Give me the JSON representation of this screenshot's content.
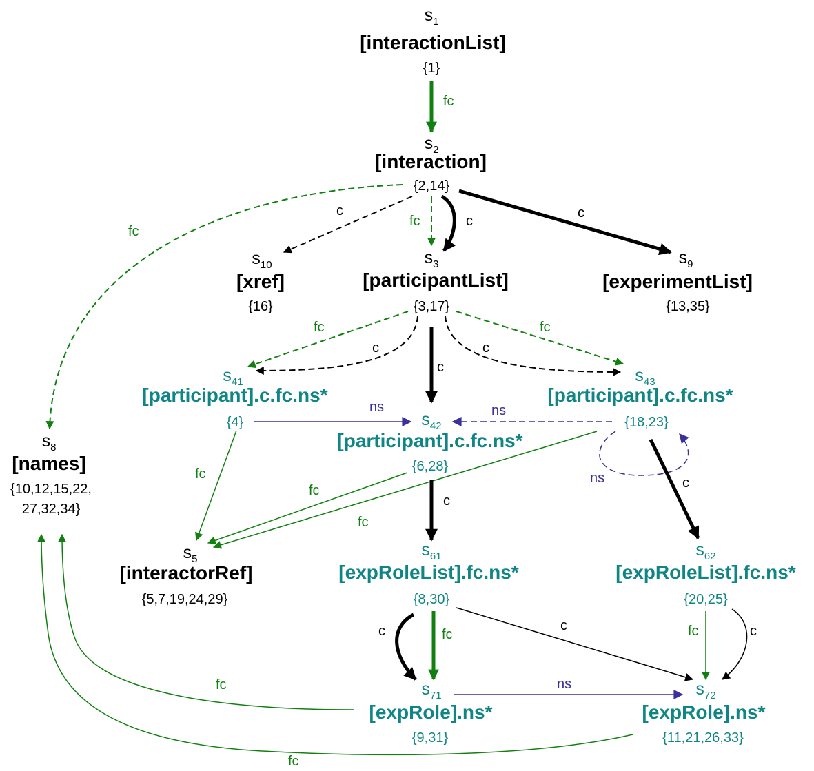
{
  "colors": {
    "black": "#000000",
    "teal": "#0f8585",
    "green": "#118011",
    "blue": "#3a319a"
  },
  "nodes": {
    "s1": {
      "sym": "s",
      "sub": "1",
      "name": "[interactionList]",
      "set": "{1}"
    },
    "s2": {
      "sym": "s",
      "sub": "2",
      "name": "[interaction]",
      "set": "{2,14}"
    },
    "s10": {
      "sym": "s",
      "sub": "10",
      "name": "[xref]",
      "set": "{16}"
    },
    "s3": {
      "sym": "s",
      "sub": "3",
      "name": "[participantList]",
      "set": "{3,17}"
    },
    "s9": {
      "sym": "s",
      "sub": "9",
      "name": "[experimentList]",
      "set": "{13,35}"
    },
    "s41": {
      "sym": "s",
      "sub": "41",
      "name": "[participant].c.fc.ns*",
      "set": "{4}"
    },
    "s42": {
      "sym": "s",
      "sub": "42",
      "name": "[participant].c.fc.ns*",
      "set": "{6,28}"
    },
    "s43": {
      "sym": "s",
      "sub": "43",
      "name": "[participant].c.fc.ns*",
      "set": "{18,23}"
    },
    "s8": {
      "sym": "s",
      "sub": "8",
      "name": "[names]",
      "set": "{10,12,15,22,",
      "set2": "27,32,34}"
    },
    "s5": {
      "sym": "s",
      "sub": "5",
      "name": "[interactorRef]",
      "set": "{5,7,19,24,29}"
    },
    "s61": {
      "sym": "s",
      "sub": "61",
      "name": "[expRoleList].fc.ns*",
      "set": "{8,30}"
    },
    "s62": {
      "sym": "s",
      "sub": "62",
      "name": "[expRoleList].fc.ns*",
      "set": "{20,25}"
    },
    "s71": {
      "sym": "s",
      "sub": "71",
      "name": "[expRole].ns*",
      "set": "{9,31}"
    },
    "s72": {
      "sym": "s",
      "sub": "72",
      "name": "[expRole].ns*",
      "set": "{11,21,26,33}"
    }
  },
  "edge_labels": {
    "s1_s2": "fc",
    "s2_s10": "c",
    "s2_s3_fc": "fc",
    "s2_s3_c": "c",
    "s2_s9": "c",
    "s2_s8": "fc",
    "s3_s41_fc": "fc",
    "s3_s41_c": "c",
    "s3_s42": "c",
    "s3_s43_c": "c",
    "s3_s43_fc": "fc",
    "s41_s42": "ns",
    "s43_s42": "ns",
    "s43_loop": "ns",
    "s41_s5": "fc",
    "s42_s5": "fc",
    "s43_s5": "fc",
    "s42_s61": "c",
    "s43_s62": "c",
    "s61_s71_c": "c",
    "s61_s71_fc": "fc",
    "s61_s72": "c",
    "s62_s72_fc": "fc",
    "s62_s72_c": "c",
    "s71_s72": "ns",
    "s71_s8": "fc",
    "s72_s8": "fc"
  }
}
